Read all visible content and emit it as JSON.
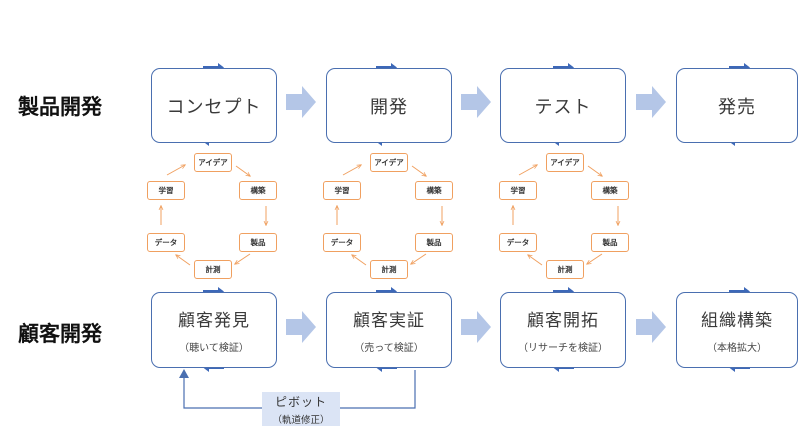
{
  "rows": {
    "product": {
      "label": "製品開発",
      "steps": [
        "コンセプト",
        "開発",
        "テスト",
        "発売"
      ]
    },
    "customer": {
      "label": "顧客開発",
      "steps": [
        {
          "title": "顧客発見",
          "sub": "（聴いて検証）"
        },
        {
          "title": "顧客実証",
          "sub": "（売って検証）"
        },
        {
          "title": "顧客開拓",
          "sub": "（リサーチを検証）"
        },
        {
          "title": "組織構築",
          "sub": "（本格拡大）"
        }
      ]
    }
  },
  "cycle": {
    "nodes": [
      "アイデア",
      "構築",
      "製品",
      "計測",
      "データ",
      "学習"
    ]
  },
  "pivot": {
    "title": "ピボット",
    "sub": "（軌道修正）"
  },
  "colors": {
    "box_border": "#4a6fb0",
    "connector_arrow": "#b4c6e7",
    "small_arrow": "#3d68b8",
    "cycle_border": "#f0a060",
    "pivot_fill": "#dbe4f5"
  }
}
